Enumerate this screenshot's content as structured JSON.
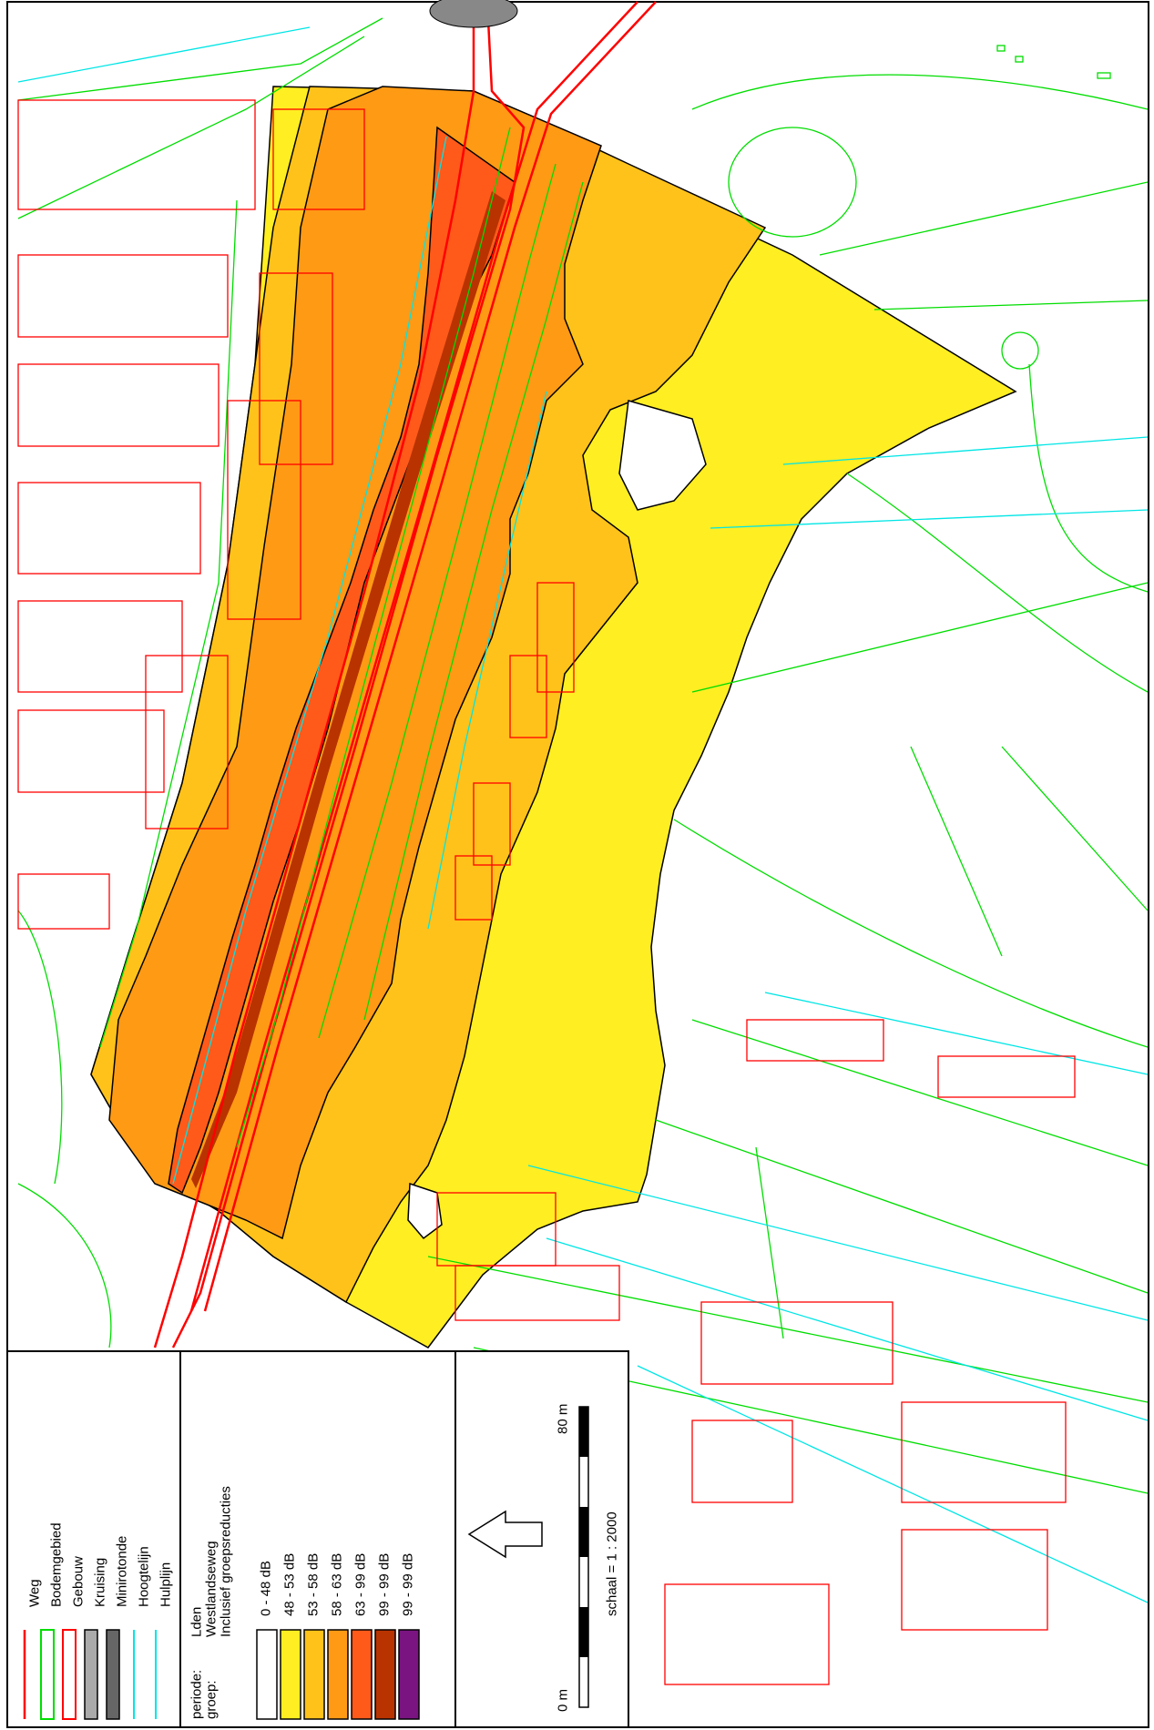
{
  "legend": {
    "symbols": [
      {
        "label": "Weg",
        "icon": "road-line-icon",
        "color": "#ff0000"
      },
      {
        "label": "Bodemgebied",
        "icon": "ground-area-icon",
        "color": "#00dd00"
      },
      {
        "label": "Gebouw",
        "icon": "building-icon",
        "color": "#ff0000"
      },
      {
        "label": "Kruising",
        "icon": "crossing-icon",
        "color": "#999999"
      },
      {
        "label": "Minirotonde",
        "icon": "mini-roundabout-icon",
        "color": "#666666"
      },
      {
        "label": "Hoogtelijn",
        "icon": "height-line-icon",
        "color": "#00e5e5"
      },
      {
        "label": "Hulplijn",
        "icon": "auxiliary-line-icon",
        "color": "#00e5e5"
      }
    ],
    "period_label": "periode:",
    "period_value": "Lden",
    "group_label": "groep:",
    "group_value": "Westlandseweg",
    "group_note": "Inclusief groepsreducties",
    "classes": [
      {
        "label": "0 - 48 dB",
        "color": "#ffffff"
      },
      {
        "label": "48 - 53 dB",
        "color": "#ffee22"
      },
      {
        "label": "53 - 58 dB",
        "color": "#ffc21a"
      },
      {
        "label": "58 - 63 dB",
        "color": "#ff9a15"
      },
      {
        "label": "63 - 99 dB",
        "color": "#ff5a1a"
      },
      {
        "label": "99 - 99 dB",
        "color": "#b83300"
      },
      {
        "label": "99 - 99 dB",
        "color": "#7a1480"
      }
    ],
    "scale_start": "0 m",
    "scale_end": "80 m",
    "scale_text": "schaal = 1 : 2000",
    "north_icon": "north-arrow-icon"
  }
}
